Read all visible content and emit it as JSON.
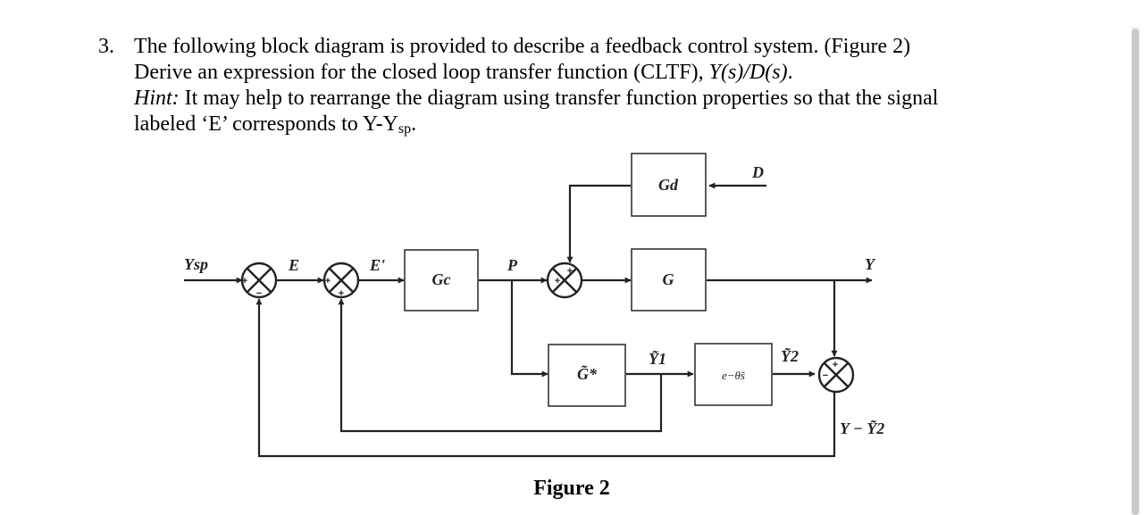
{
  "question": {
    "number": "3.",
    "line1": "The following block diagram is provided to describe a feedback control system. (Figure 2)",
    "line2_prefix": "Derive an expression for the closed loop transfer function (CLTF), ",
    "line2_math": "Y(s)/D(s)",
    "line2_suffix": ".",
    "hint_label": "Hint:",
    "hint_text": " It may help to rearrange the diagram using transfer function properties so that the signal",
    "line4_prefix": "labeled ‘E’ corresponds to Y-Y",
    "line4_sub": "sp",
    "line4_suffix": "."
  },
  "diagram": {
    "blocks": {
      "gd": "Gd",
      "gc": "Gc",
      "g": "G",
      "gstar": "G̃*",
      "delay": "e−θ̃s"
    },
    "signals": {
      "ysp": "Ysp",
      "e": "E",
      "e_prime": "E'",
      "p": "P",
      "d": "D",
      "y": "Y",
      "y1": "Ỹ1",
      "y2": "Ỹ2",
      "y_minus_y2": "Y − Ỹ2"
    },
    "sum_signs": {
      "plus": "+",
      "minus": "−"
    }
  },
  "caption": "Figure 2"
}
